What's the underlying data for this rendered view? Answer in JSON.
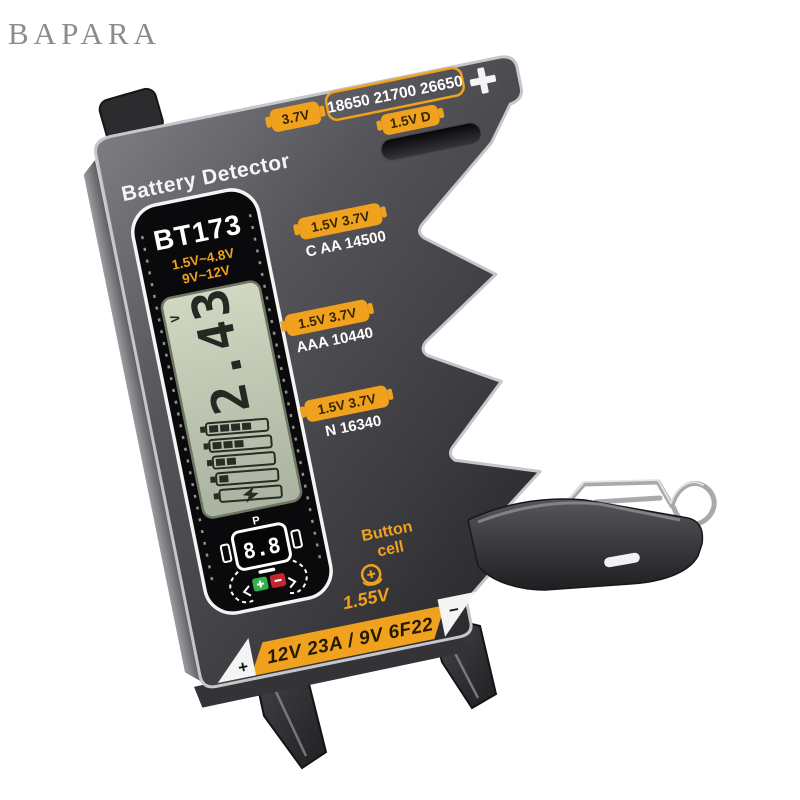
{
  "watermark": "BAPARA",
  "colors": {
    "accent_orange": "#F0A11E",
    "body_dark": "#47474B",
    "lcd_green": "#C9D2BA",
    "ok_green": "#33B04A",
    "warn_red": "#C1272D"
  },
  "device": {
    "title": "Battery Detector",
    "model": "BT173",
    "range_line1": "1.5V~4.8V",
    "range_line2": "9V~12V",
    "top_slot": {
      "chem_badge": "3.7V",
      "sizes": "18650 21700 26650",
      "size_badge": "1.5V D",
      "plus": "+"
    },
    "rows": [
      {
        "badge": "1.5V 3.7V",
        "label": "C AA 14500"
      },
      {
        "badge": "1.5V 3.7V",
        "label": "AAA 10440"
      },
      {
        "badge": "1.5V 3.7V",
        "label": "N 16340"
      }
    ],
    "button_cell": {
      "line1": "Button",
      "line2": "cell",
      "voltage": "1.55V"
    },
    "bottom_slot": {
      "label": "12V 23A / 9V 6F22",
      "plus": "+",
      "minus": "−"
    },
    "arm_minus": "−",
    "lcd": {
      "reading": "2.43",
      "unit": "V",
      "p_marker": "P",
      "sub_reading": "8.8",
      "battery_level_icons": [
        4,
        3,
        2,
        1,
        "lightning"
      ]
    }
  }
}
